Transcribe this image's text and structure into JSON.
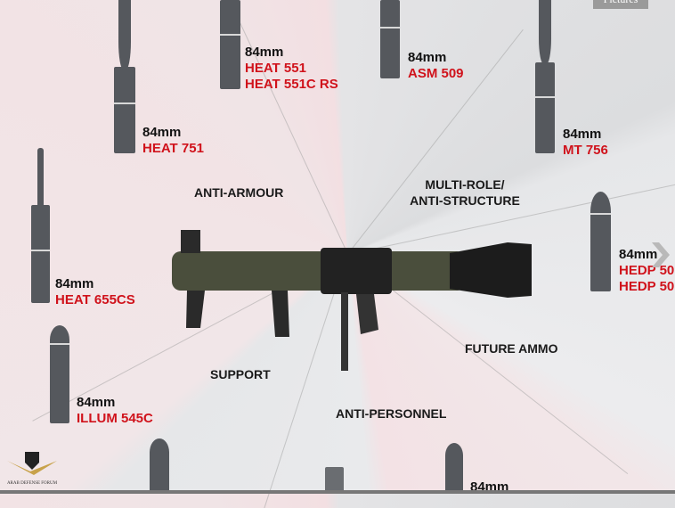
{
  "viewer": {
    "pictures_button": "Pictures",
    "next_icon": "chevron-right-icon"
  },
  "categories": {
    "anti_armour": "ANTI-ARMOUR",
    "multi_role": "MULTI-ROLE/",
    "anti_structure": "ANTI-STRUCTURE",
    "future": "FUTURE AMMO",
    "support": "SUPPORT",
    "anti_personnel": "ANTI-PERSONNEL"
  },
  "ammo": [
    {
      "caliber": "84mm",
      "name": "HEAT 751"
    },
    {
      "caliber": "84mm",
      "name": "HEAT 551",
      "name2": "HEAT 551C RS"
    },
    {
      "caliber": "84mm",
      "name": "ASM 509"
    },
    {
      "caliber": "84mm",
      "name": "MT 756"
    },
    {
      "caliber": "84mm",
      "name": "HEAT 655CS"
    },
    {
      "caliber": "84mm",
      "name": "HEDP 50",
      "name2": "HEDP 50"
    },
    {
      "caliber": "84mm",
      "name": "ILLUM 545C"
    },
    {
      "caliber": "84mm"
    }
  ],
  "watermark": {
    "text": "ARAB DEFENSE FORUM"
  },
  "colors": {
    "red": "#d0121b",
    "shell": "#55585d",
    "olive": "#4a4e3c"
  }
}
